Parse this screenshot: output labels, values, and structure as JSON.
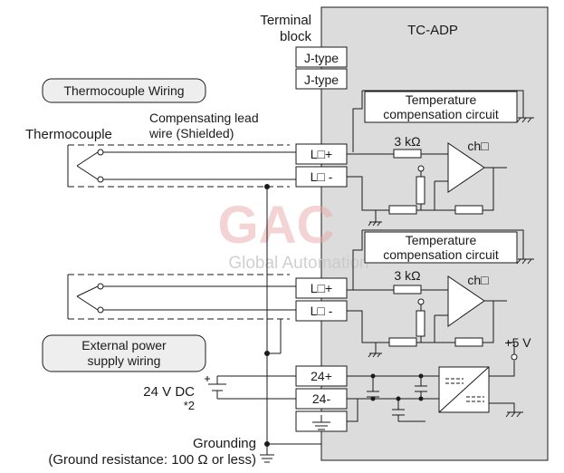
{
  "labels": {
    "terminal_block_line1": "Terminal",
    "terminal_block_line2": "block",
    "module_name": "TC-ADP",
    "j_type_1": "J-type",
    "j_type_2": "J-type",
    "thermocouple_wiring": "Thermocouple Wiring",
    "thermocouple": "Thermocouple",
    "compensating_lead_line1": "Compensating lead",
    "compensating_lead_line2": "wire (Shielded)",
    "temp_comp_1_line1": "Temperature",
    "temp_comp_1_line2": "compensation circuit",
    "temp_comp_2_line1": "Temperature",
    "temp_comp_2_line2": "compensation circuit",
    "resistor_1": "3 kΩ",
    "resistor_2": "3 kΩ",
    "channel_1": "ch□",
    "channel_2": "ch□",
    "terminal_l_plus_1": "L□+",
    "terminal_l_minus_1": "L□ -",
    "terminal_l_plus_2": "L□+",
    "terminal_l_minus_2": "L□ -",
    "external_power_line1": "External power",
    "external_power_line2": "supply wiring",
    "supply_voltage_line1": "24 V DC",
    "supply_voltage_line2": "*2",
    "terminal_24_plus": "24+",
    "terminal_24_minus": "24-",
    "plus_5v": "+5 V",
    "grounding_line1": "Grounding",
    "grounding_line2": "(Ground resistance: 100 Ω or less)",
    "watermark_line1": "GAC",
    "watermark_line2": "Global Automation"
  },
  "colors": {
    "module_fill": "#dcdcdc",
    "wire": "#1a1a1a",
    "label_fill": "#eeeeee",
    "watermark_red": "#e8a8a8",
    "watermark_gray": "#c8c8c8"
  }
}
